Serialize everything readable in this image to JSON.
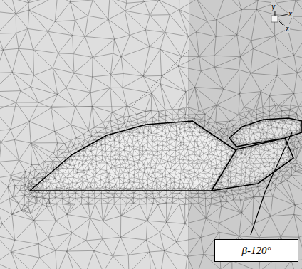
{
  "diagram": {
    "nodes": [
      {
        "text": [
          "β-120°"
        ]
      }
    ],
    "labels": [
      "y",
      "x",
      "z"
    ]
  }
}
